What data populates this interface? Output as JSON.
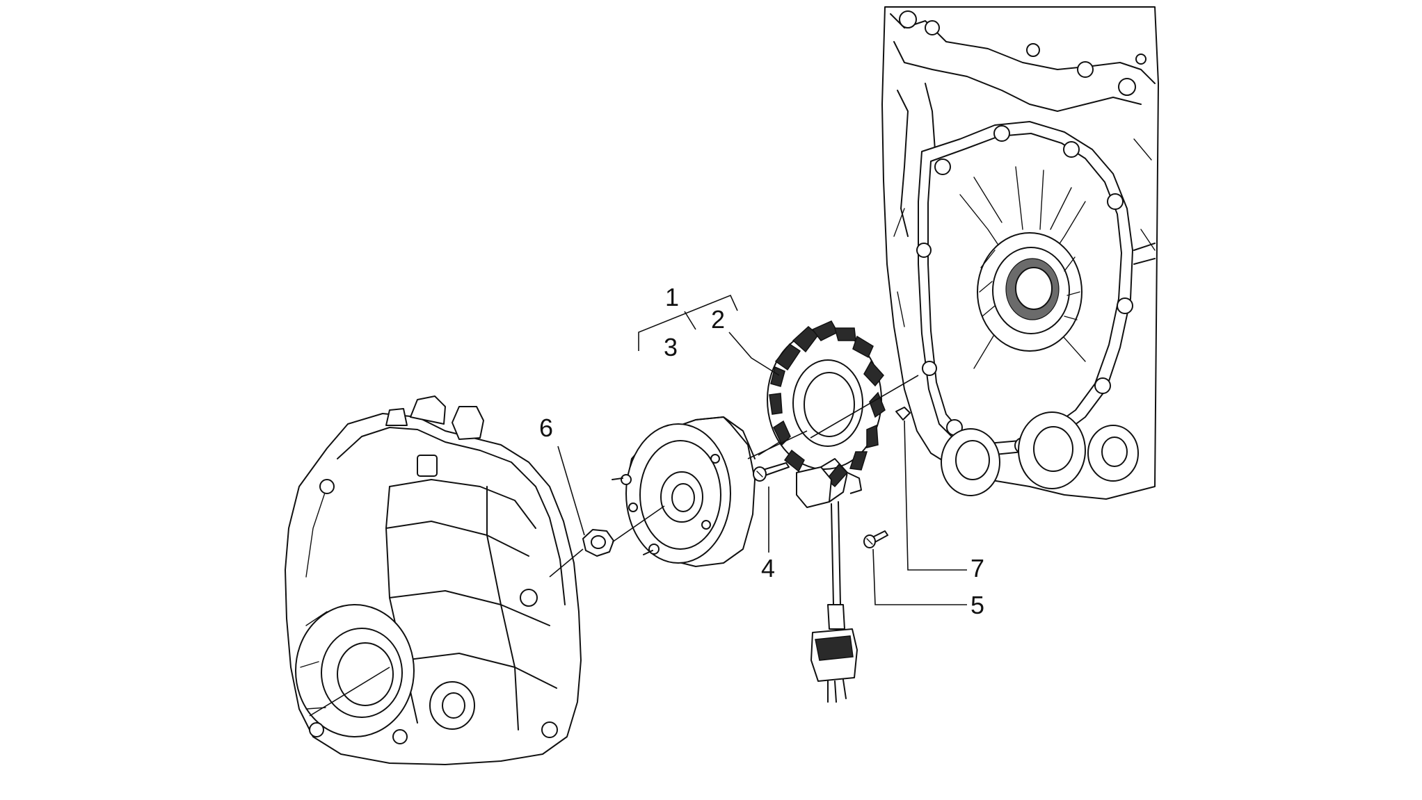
{
  "diagram": {
    "callouts": [
      {
        "id": "1",
        "label": "1"
      },
      {
        "id": "2",
        "label": "2"
      },
      {
        "id": "3",
        "label": "3"
      },
      {
        "id": "4",
        "label": "4"
      },
      {
        "id": "5",
        "label": "5"
      },
      {
        "id": "6",
        "label": "6"
      },
      {
        "id": "7",
        "label": "7"
      }
    ],
    "parts": [
      "crankcase",
      "stator",
      "flywheel-rotor",
      "stator-screw",
      "pickup-screw",
      "flywheel-nut",
      "woodruff-key",
      "flywheel-cover"
    ]
  }
}
